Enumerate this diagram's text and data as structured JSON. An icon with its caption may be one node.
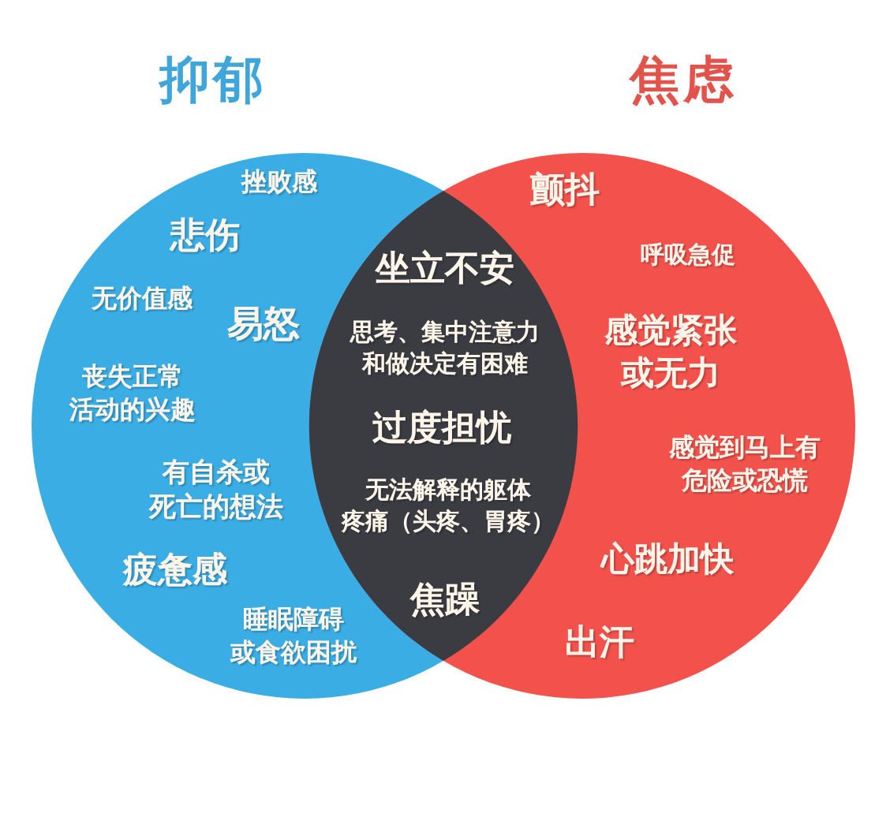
{
  "diagram": {
    "nodes": [
      {
        "text": [
          "抑郁",
          "挫败感",
          "悲伤",
          "无价值感",
          "易怒",
          "丧失正常活动的兴趣",
          "有自杀或死亡的想法",
          "疲惫感",
          "睡眠障碍或食欲困扰"
        ]
      },
      {
        "text": [
          "焦虑",
          "颤抖",
          "呼吸急促",
          "感觉紧张或无力",
          "感觉到马上有危险或恐慌",
          "心跳加快",
          "出汗"
        ]
      },
      {
        "text": [
          "坐立不安",
          "思考、集中注意力和做决定有困难",
          "过度担忧",
          "无法解释的躯体疼痛（头疼、胃疼）",
          "焦躁"
        ]
      }
    ]
  }
}
